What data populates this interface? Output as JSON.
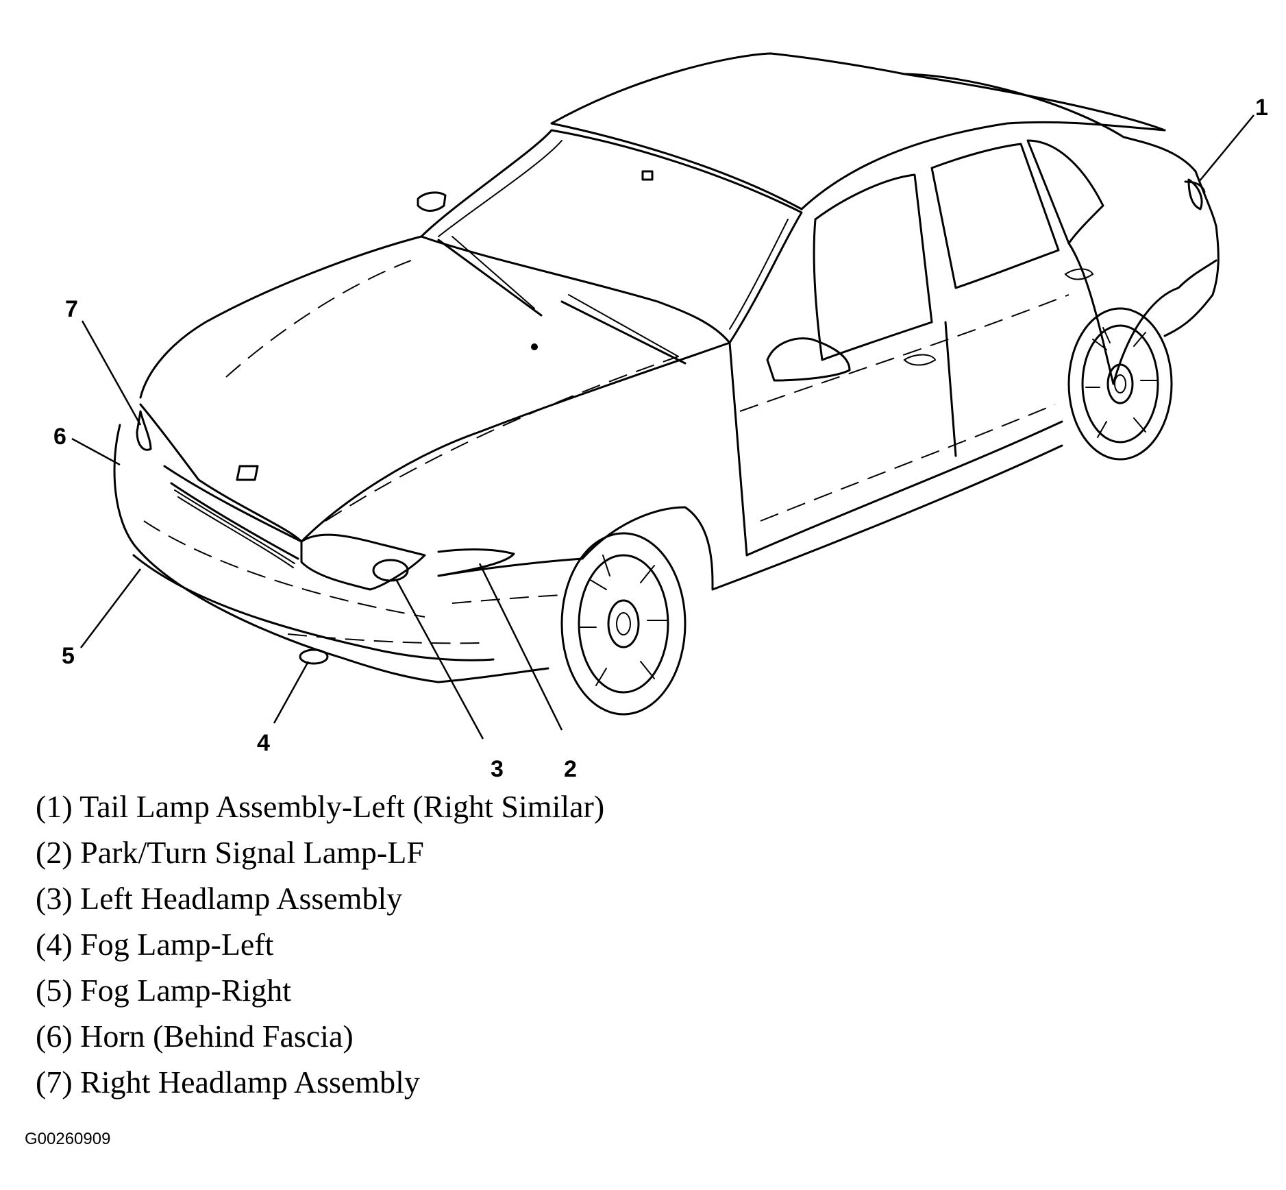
{
  "callouts": [
    {
      "number": "1"
    },
    {
      "number": "2"
    },
    {
      "number": "3"
    },
    {
      "number": "4"
    },
    {
      "number": "5"
    },
    {
      "number": "6"
    },
    {
      "number": "7"
    }
  ],
  "legend": [
    "(1) Tail Lamp Assembly-Left (Right Similar)",
    "(2) Park/Turn Signal Lamp-LF",
    "(3) Left Headlamp Assembly",
    "(4) Fog Lamp-Left",
    "(5) Fog Lamp-Right",
    "(6) Horn (Behind Fascia)",
    "(7) Right Headlamp Assembly"
  ],
  "figure_id": "G00260909"
}
